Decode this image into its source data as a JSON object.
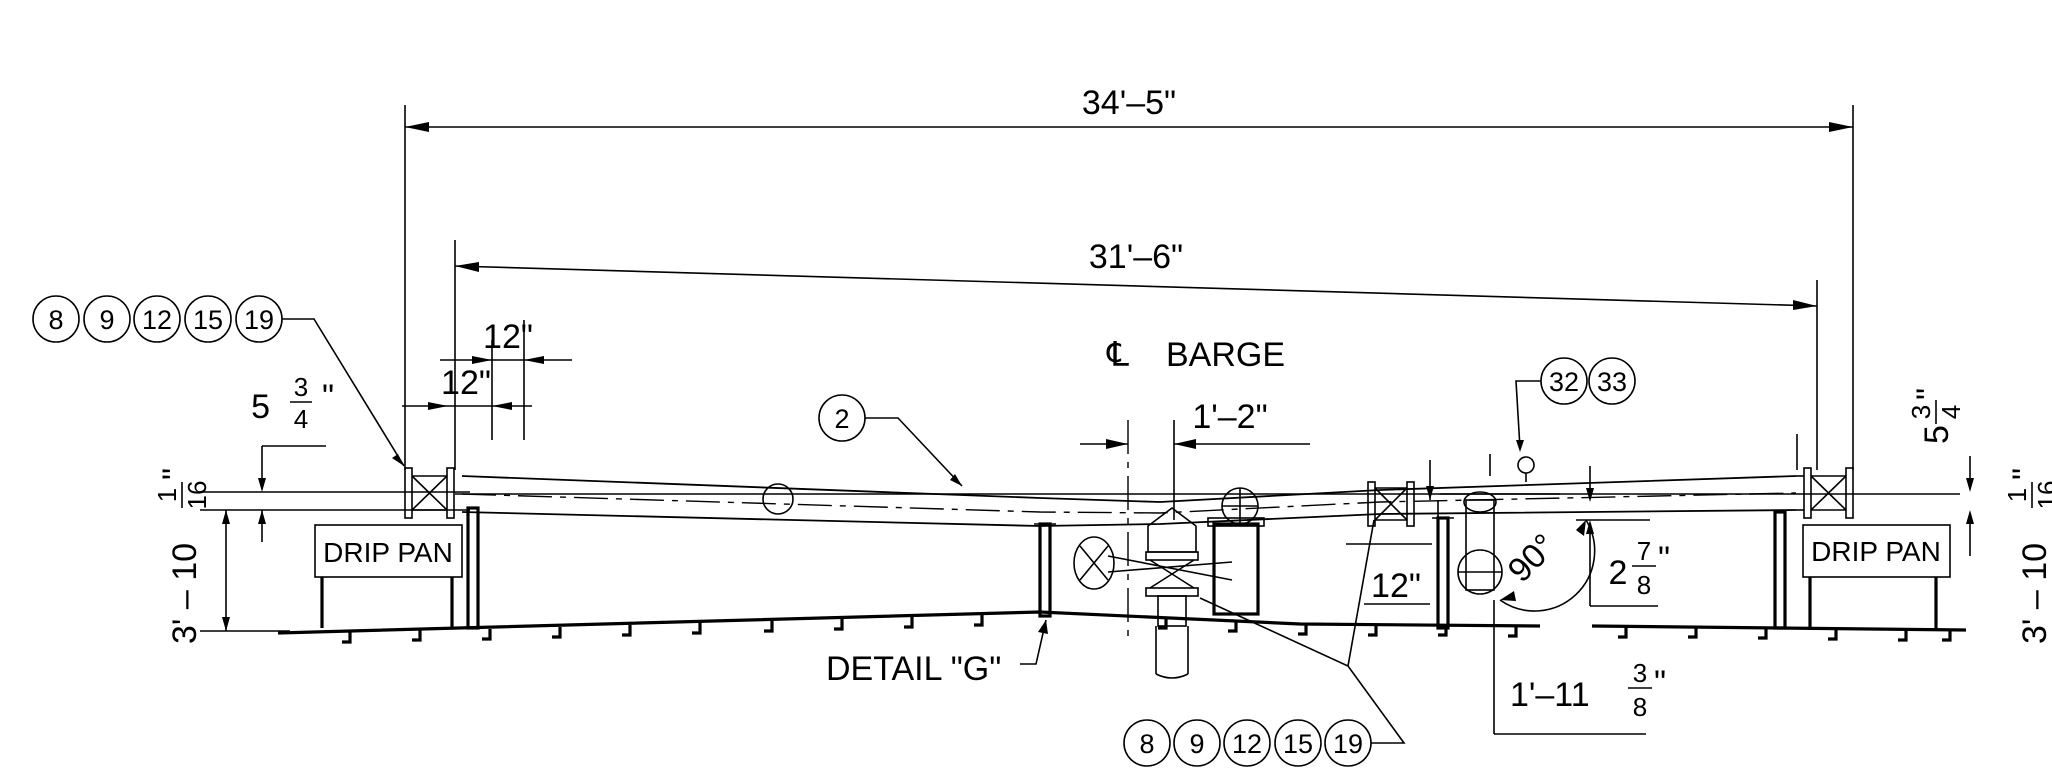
{
  "dimensions": {
    "overall": "34'–5\"",
    "inner": "31'–6\"",
    "flange_offset_top": "12\"",
    "flange_offset_bottom": "12\"",
    "left_rise": "5",
    "left_rise_frac_num": "3",
    "left_rise_frac_den": "4",
    "left_rise_unit": "\"",
    "left_height": "3' – 10",
    "left_height_frac_num": "1",
    "left_height_frac_den": "16",
    "left_height_unit": "\"",
    "barge_offset": "1'–2\"",
    "center_valve_offset": "12\"",
    "drop": "2",
    "drop_frac_num": "7",
    "drop_frac_den": "8",
    "drop_unit": "\"",
    "angle": "90°",
    "bottom_offset": "1'–11",
    "bottom_offset_frac_num": "3",
    "bottom_offset_frac_den": "8",
    "bottom_offset_unit": "\"",
    "right_rise": "5",
    "right_rise_frac_num": "3",
    "right_rise_frac_den": "4",
    "right_rise_unit": "\"",
    "right_height": "3' – 10",
    "right_height_frac_num": "1",
    "right_height_frac_den": "16",
    "right_height_unit": "\""
  },
  "labels": {
    "barge_centerline": "BARGE",
    "detail": "DETAIL  \"G\"",
    "drip_pan_left": "DRIP  PAN",
    "drip_pan_right": "DRIP  PAN"
  },
  "callouts": {
    "top_left": [
      "8",
      "9",
      "12",
      "15",
      "19"
    ],
    "bottom": [
      "8",
      "9",
      "12",
      "15",
      "19"
    ],
    "pipe": [
      "2"
    ],
    "gauge": [
      "32",
      "33"
    ]
  }
}
